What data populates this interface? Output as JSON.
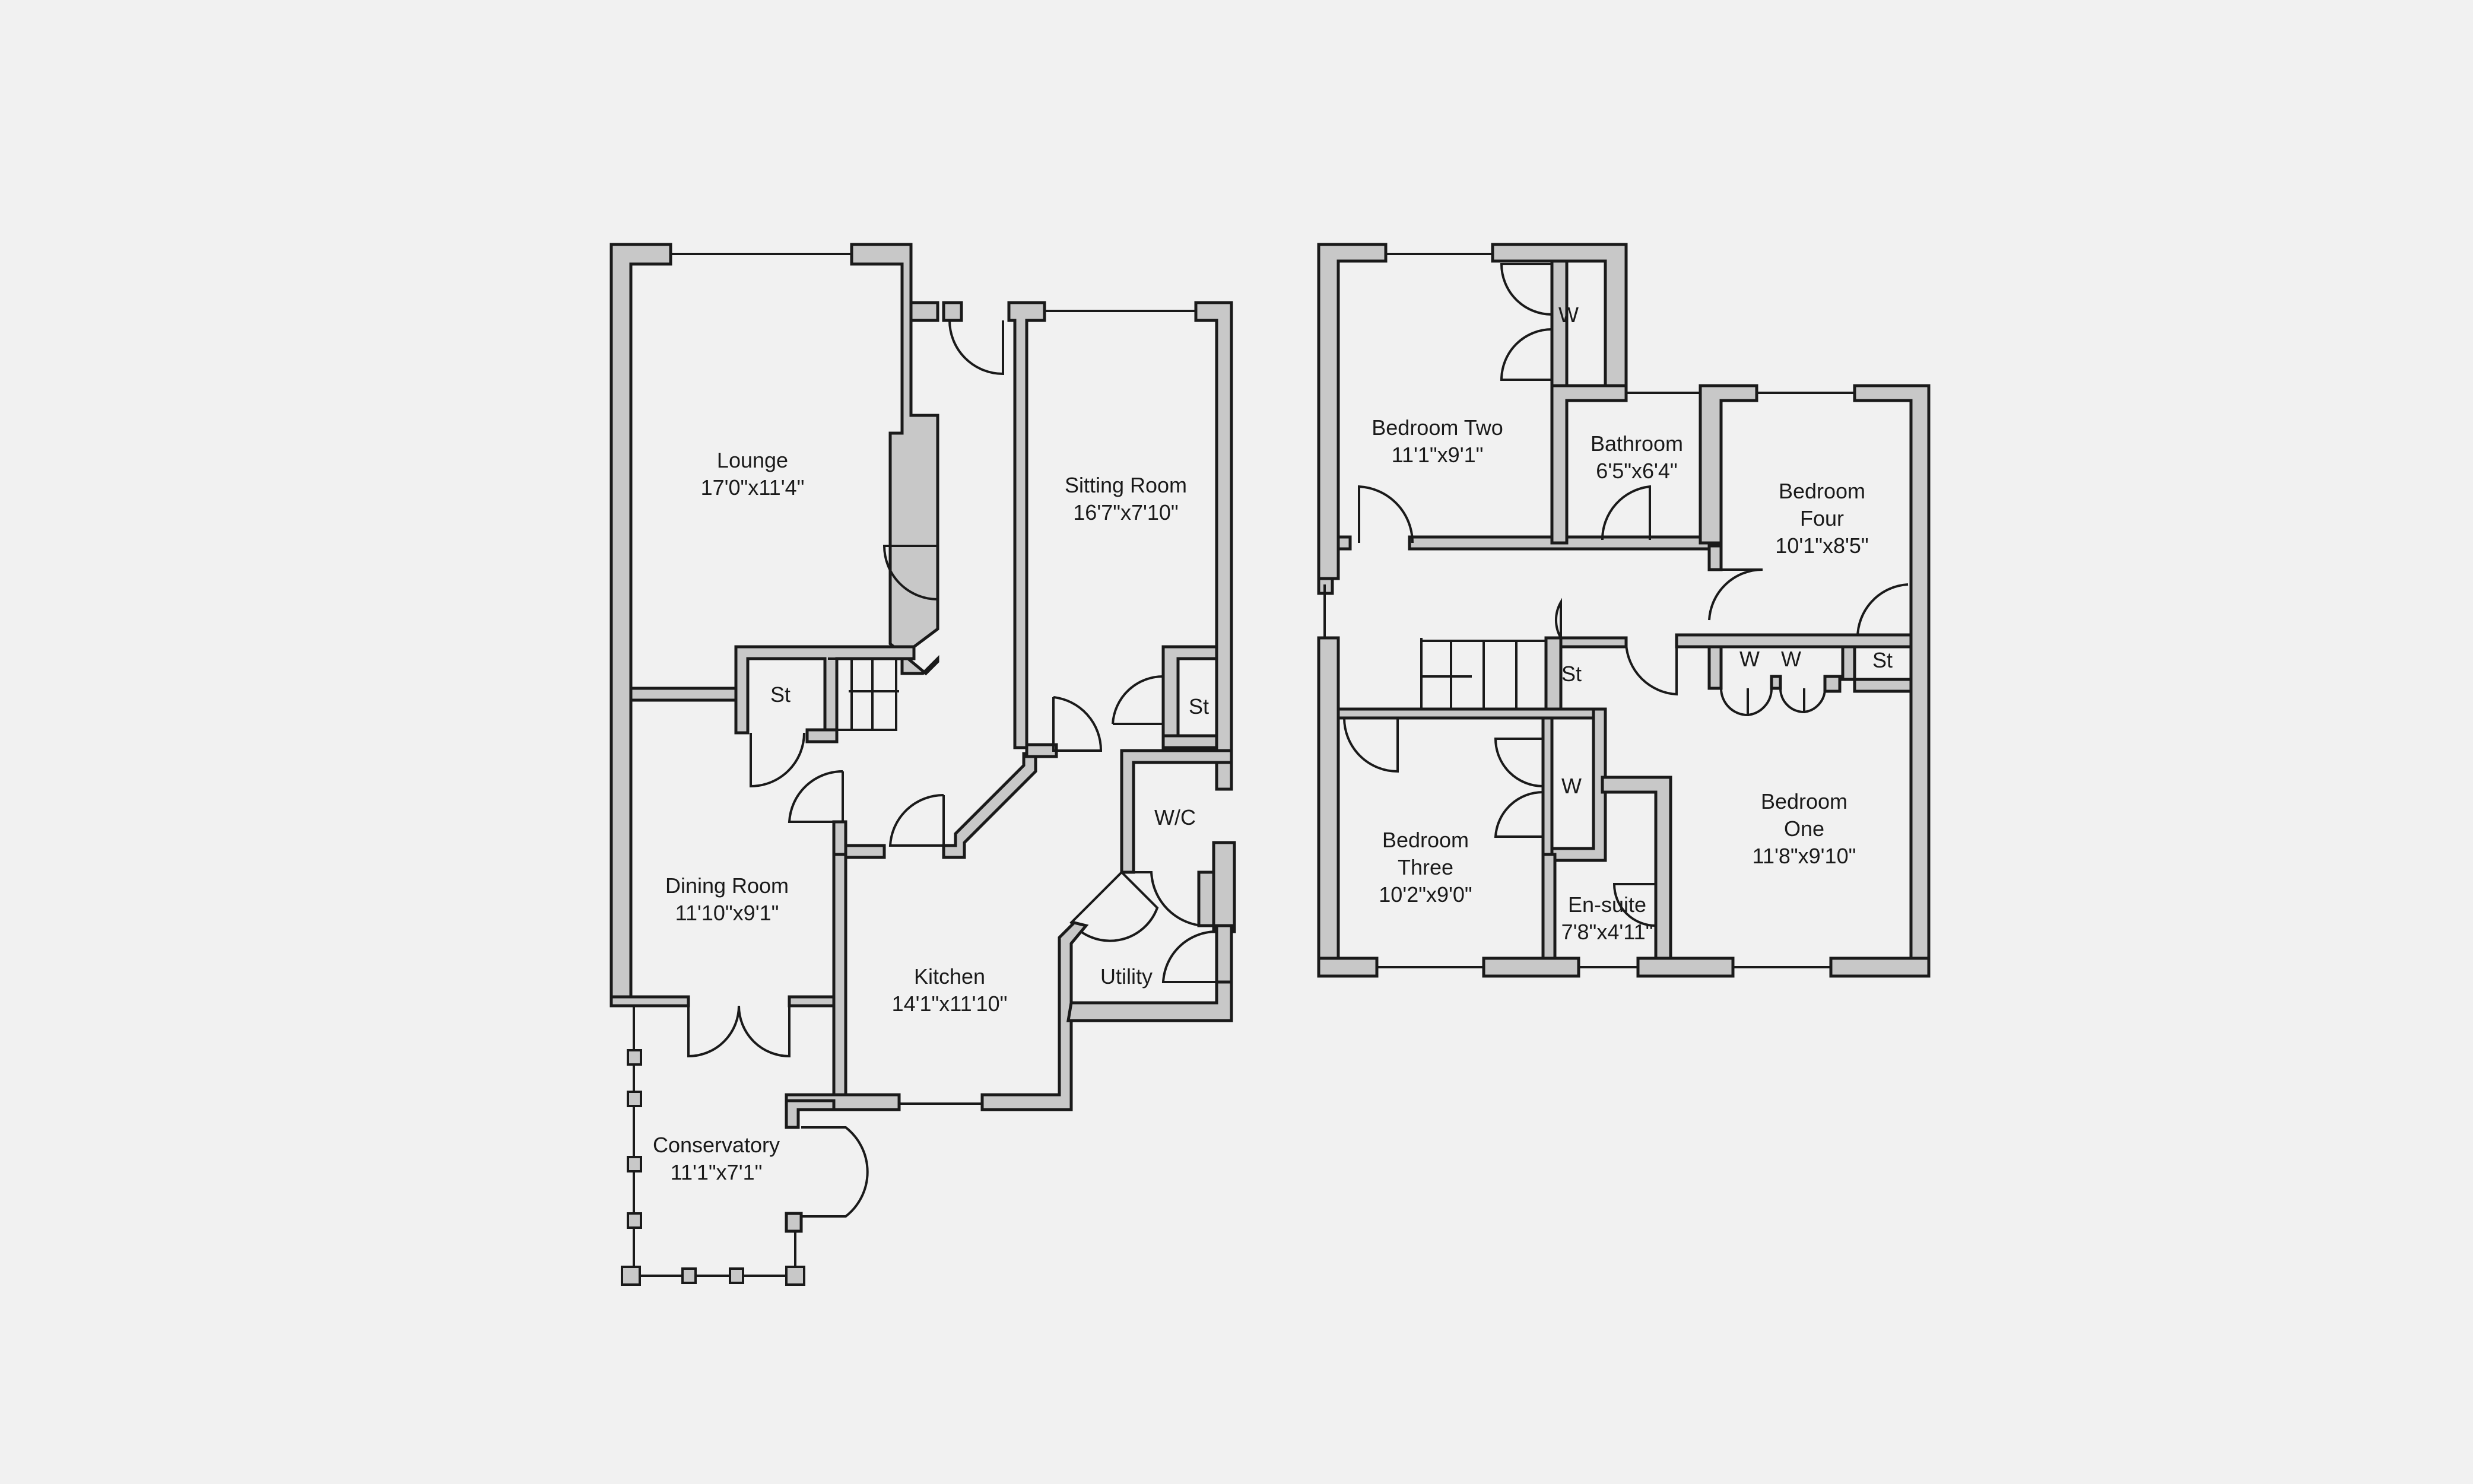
{
  "colors": {
    "background": "#f1f1f1",
    "wall_fill": "#c8c8c8",
    "line": "#1a1a1a"
  },
  "ground_floor": {
    "rooms": [
      {
        "id": "lounge",
        "lines": [
          "Lounge",
          "17'0\"x11'4\""
        ]
      },
      {
        "id": "sitting-room",
        "lines": [
          "Sitting Room",
          "16'7\"x7'10\""
        ]
      },
      {
        "id": "dining-room",
        "lines": [
          "Dining Room",
          "11'10\"x9'1\""
        ]
      },
      {
        "id": "kitchen",
        "lines": [
          "Kitchen",
          "14'1\"x11'10\""
        ]
      },
      {
        "id": "wc",
        "lines": [
          "W/C"
        ]
      },
      {
        "id": "utility",
        "lines": [
          "Utility"
        ]
      },
      {
        "id": "conservatory",
        "lines": [
          "Conservatory",
          "11'1\"x7'1\""
        ]
      },
      {
        "id": "store-1",
        "lines": [
          "St"
        ]
      },
      {
        "id": "store-2",
        "lines": [
          "St"
        ]
      }
    ]
  },
  "first_floor": {
    "rooms": [
      {
        "id": "bedroom-two",
        "lines": [
          "Bedroom Two",
          "11'1\"x9'1\""
        ]
      },
      {
        "id": "bathroom",
        "lines": [
          "Bathroom",
          "6'5\"x6'4\""
        ]
      },
      {
        "id": "bedroom-four",
        "lines": [
          "Bedroom",
          "Four",
          "10'1\"x8'5\""
        ]
      },
      {
        "id": "bedroom-one",
        "lines": [
          "Bedroom",
          "One",
          "11'8\"x9'10\""
        ]
      },
      {
        "id": "bedroom-three",
        "lines": [
          "Bedroom",
          "Three",
          "10'2\"x9'0\""
        ]
      },
      {
        "id": "en-suite",
        "lines": [
          "En-suite",
          "7'8\"x4'11\""
        ]
      },
      {
        "id": "wardrobe-1",
        "lines": [
          "W"
        ]
      },
      {
        "id": "wardrobe-2",
        "lines": [
          "W"
        ]
      },
      {
        "id": "wardrobe-3",
        "lines": [
          "W"
        ]
      },
      {
        "id": "wardrobe-4",
        "lines": [
          "W"
        ]
      },
      {
        "id": "store-3",
        "lines": [
          "St"
        ]
      },
      {
        "id": "store-4",
        "lines": [
          "St"
        ]
      }
    ]
  }
}
